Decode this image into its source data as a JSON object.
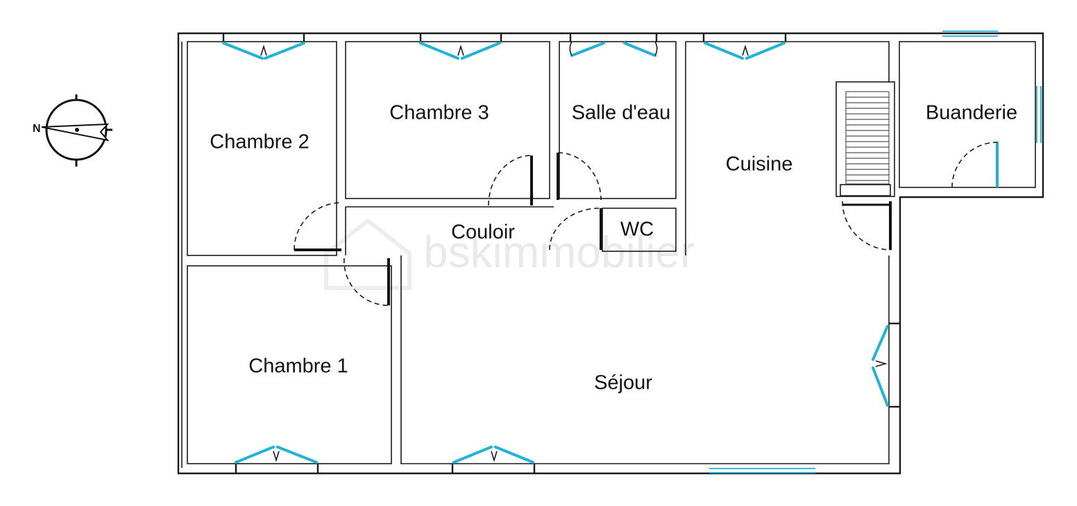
{
  "rooms": {
    "chambre_1": "Chambre 1",
    "chambre_2": "Chambre 2",
    "chambre_3": "Chambre 3",
    "salle_deau": "Salle d'eau",
    "cuisine": "Cuisine",
    "buanderie": "Buanderie",
    "couloir": "Couloir",
    "wc": "WC",
    "sejour": "Séjour"
  },
  "watermark": "bskimmobilier",
  "compass": {
    "north_label": "N"
  },
  "colors": {
    "wall": "#1a1a1a",
    "window": "#1fb3d9",
    "background": "#ffffff"
  }
}
